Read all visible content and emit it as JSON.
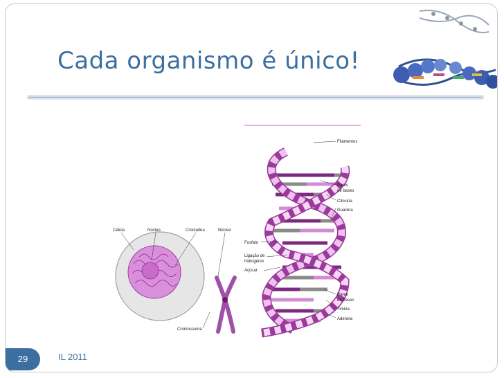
{
  "slide": {
    "title": "Cada organismo é único!",
    "number": "29",
    "footer": "IL 2011"
  },
  "cell_labels": {
    "cell": "Célula",
    "nucleus_1": "Núcleo",
    "chromatin": "Cromatina",
    "nucleus_2": "Núcleo",
    "chromosome": "Cromossoma"
  },
  "dna_labels": {
    "filaments": "Filamentos",
    "base_pairs_1a": "Pares",
    "base_pairs_1b": "de bases",
    "cytosine": "Citosina",
    "guanine": "Guanina",
    "phosphate": "Fosfato",
    "hydrogen_bond_a": "Ligação de",
    "hydrogen_bond_b": "hidrogénio",
    "sugar": "Açúcar",
    "base_pairs_2a": "Pares",
    "base_pairs_2b": "de bases",
    "thymine": "Timina",
    "adenine": "Adenina"
  },
  "colors": {
    "accent": "#3b6f9f",
    "helix": "#d58ad6",
    "base_dark": "#7b2a80",
    "base_grey": "#8a8a8a",
    "cell_grey": "#e4e4e4",
    "nucleus": "#d98fdc"
  }
}
